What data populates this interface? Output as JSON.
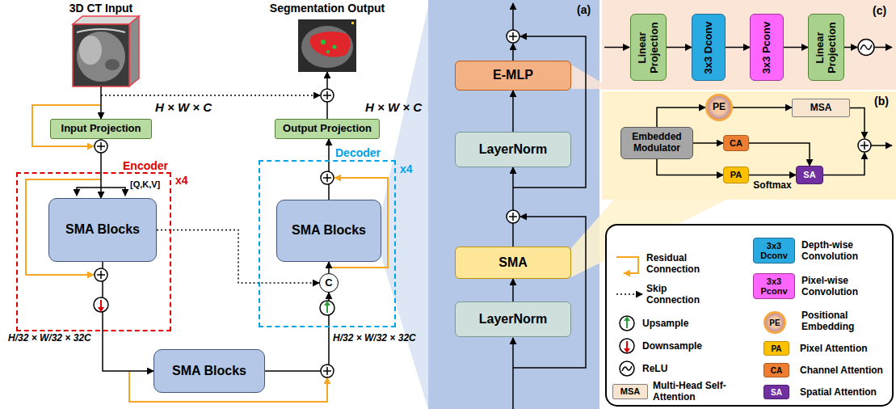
{
  "diagram": {
    "nodes": [
      {
        "text": [
          "3D CT Input"
        ]
      },
      {
        "text": [
          "Segmentation Output"
        ]
      },
      {
        "text": [
          "Input Projection"
        ]
      },
      {
        "text": [
          "Output Projection"
        ]
      },
      {
        "text": [
          "Encoder",
          "x4"
        ]
      },
      {
        "text": [
          "SMA Blocks"
        ],
        "in": 4
      },
      {
        "text": [
          "Decoder",
          "x4"
        ]
      },
      {
        "text": [
          "SMA Blocks"
        ],
        "in": 6
      },
      {
        "text": [
          "C"
        ],
        "in": 6
      },
      {
        "text": [
          "SMA Blocks"
        ]
      },
      {
        "text": [
          "(a)"
        ]
      },
      {
        "text": [
          "E-MLP"
        ],
        "in": 10
      },
      {
        "text": [
          "LayerNorm"
        ],
        "in": 10
      },
      {
        "text": [
          "SMA"
        ],
        "in": 10
      },
      {
        "text": [
          "LayerNorm"
        ],
        "in": 10
      },
      {
        "text": [
          "(c)"
        ]
      },
      {
        "text": [
          "Linear Projection"
        ],
        "in": 15
      },
      {
        "text": [
          "3x3 Dconv"
        ],
        "in": 15
      },
      {
        "text": [
          "3x3 Pconv"
        ],
        "in": 15
      },
      {
        "text": [
          "Linear Projection"
        ],
        "in": 15
      },
      {
        "text": [
          "(b)"
        ]
      },
      {
        "text": [
          "Embedded Modulator"
        ],
        "in": 20
      },
      {
        "text": [
          "PE"
        ],
        "in": 20
      },
      {
        "text": [
          "MSA"
        ],
        "in": 20
      },
      {
        "text": [
          "CA"
        ],
        "in": 20
      },
      {
        "text": [
          "PA"
        ],
        "in": 20
      },
      {
        "text": [
          "SA"
        ],
        "in": 20
      }
    ],
    "edges": [
      {
        "from": 0,
        "to": 2,
        "arrow": "to"
      },
      {
        "from": 2,
        "to": 5,
        "arrow": "to"
      },
      {
        "from": 5,
        "to": 9,
        "arrow": "to"
      },
      {
        "from": 9,
        "to": 8,
        "arrow": "to"
      },
      {
        "from": 5,
        "to": 8,
        "arrow": "to"
      },
      {
        "from": 8,
        "to": 7,
        "arrow": "to"
      },
      {
        "from": 7,
        "to": 3,
        "arrow": "to"
      },
      {
        "from": 3,
        "to": 1,
        "arrow": "to"
      },
      {
        "from": 14,
        "to": 13,
        "arrow": "to"
      },
      {
        "from": 13,
        "to": 12,
        "arrow": "to"
      },
      {
        "from": 12,
        "to": 11,
        "arrow": "to"
      },
      {
        "from": 16,
        "to": 17,
        "arrow": "to"
      },
      {
        "from": 17,
        "to": 18,
        "arrow": "to"
      },
      {
        "from": 18,
        "to": 19,
        "arrow": "to"
      },
      {
        "from": 21,
        "to": 22,
        "arrow": "to"
      },
      {
        "from": 21,
        "to": 24,
        "arrow": "to"
      },
      {
        "from": 21,
        "to": 25,
        "arrow": "to"
      },
      {
        "from": 22,
        "to": 23,
        "arrow": "to"
      },
      {
        "from": 24,
        "to": 26,
        "arrow": "to"
      },
      {
        "from": 25,
        "to": 26,
        "label": "Softmax",
        "arrow": "to"
      }
    ],
    "labels": [
      "H × W × C",
      "H × W × C",
      "[Q,K,V]",
      "H/32 × W/32 × 32C",
      "H/32 × W/32 × 32C",
      "MSA",
      "3x3 Dconv",
      "3x3 Pconv",
      "PE",
      "PA",
      "CA",
      "SA"
    ],
    "legend": [
      {
        "text": "Residual Connection"
      },
      {
        "text": "Skip Connection"
      },
      {
        "text": "Upsample"
      },
      {
        "text": "Downsample"
      },
      {
        "text": "ReLU"
      },
      {
        "text": "Multi-Head Self-Attention",
        "color": "#f8e5d0"
      },
      {
        "text": "Depth-wise Convolution",
        "color": "#29abe2"
      },
      {
        "text": "Pixel-wise Convolution",
        "color": "#ff66ff"
      },
      {
        "text": "Positional Embedding",
        "color": "#8e5ea2"
      },
      {
        "text": "Pixel Attention",
        "color": "#ffc000"
      },
      {
        "text": "Channel Attention",
        "color": "#ed7d31"
      },
      {
        "text": "Spatial Attention",
        "color": "#7030a0"
      }
    ]
  }
}
